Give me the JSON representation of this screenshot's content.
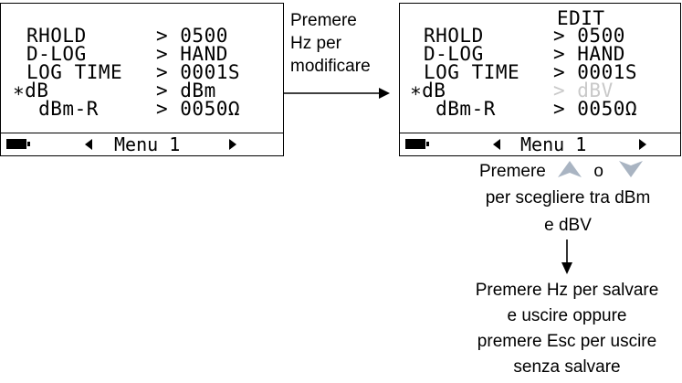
{
  "screen_before": {
    "rows": [
      {
        "label": "RHOLD",
        "value": "> 0500"
      },
      {
        "label": "D-LOG",
        "value": "> HAND"
      },
      {
        "label": "LOG TIME",
        "value": "> 0001S"
      },
      {
        "label": "∗dB",
        "value": "> dBm"
      },
      {
        "label": " dBm-R",
        "value": "> 0050Ω"
      }
    ],
    "menu": "Menu 1",
    "battery_icon": "battery-icon"
  },
  "screen_after": {
    "header": "EDIT",
    "rows": [
      {
        "label": "RHOLD",
        "value": "> 0500"
      },
      {
        "label": "D-LOG",
        "value": "> HAND"
      },
      {
        "label": "LOG TIME",
        "value": "> 0001S"
      },
      {
        "label": "∗dB",
        "value": "> dBV"
      },
      {
        "label": " dBm-R",
        "value": "> 0050Ω"
      }
    ],
    "menu": "Menu 1",
    "dim_color": "#c9c9c9"
  },
  "step1": {
    "lines": [
      "Premere",
      "Hz per",
      "modificare"
    ]
  },
  "step2": {
    "prefix": "Premere",
    "middle": "o",
    "up_icon": "up-triangle-icon",
    "down_icon": "down-triangle-icon",
    "icon_color": "#a9b4c2",
    "lines": [
      "per scegliere tra dBm",
      "e dBV"
    ]
  },
  "step3": {
    "lines": [
      "Premere Hz per salvare",
      "e uscire oppure",
      "premere Esc per uscire",
      "senza salvare"
    ]
  }
}
